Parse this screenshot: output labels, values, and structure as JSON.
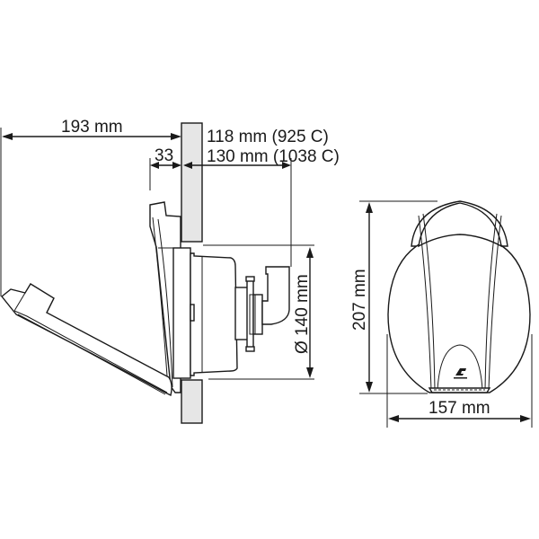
{
  "diagram": {
    "subject": "toilet/holding-tank deck filler technical drawing",
    "colors": {
      "line": "#1a1a1a",
      "wall_fill": "#e6e6e6",
      "background": "#ffffff"
    },
    "side_view": {
      "dim_total_projection": "193 mm",
      "dim_flange_depth": "33",
      "dim_depth_925": "118 mm (925 C)",
      "dim_depth_1038": "130 mm (1038 C)",
      "dim_diameter": "Ø 140 mm"
    },
    "front_view": {
      "dim_height": "207 mm",
      "dim_width": "157 mm",
      "logo": "brand-logo-icon"
    }
  }
}
